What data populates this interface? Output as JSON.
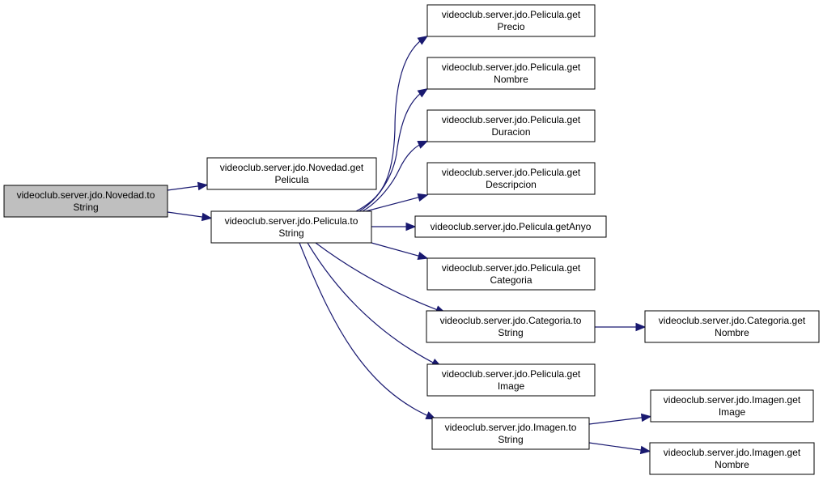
{
  "colors": {
    "edge": "#191970",
    "root_fill": "#bfbfbf",
    "node_fill": "#ffffff",
    "border": "#000000"
  },
  "nodes": {
    "novedad_tostring": [
      "videoclub.server.jdo.Novedad.to",
      "String"
    ],
    "novedad_getpelicula": [
      "videoclub.server.jdo.Novedad.get",
      "Pelicula"
    ],
    "pelicula_tostring": [
      "videoclub.server.jdo.Pelicula.to",
      "String"
    ],
    "pelicula_getprecio": [
      "videoclub.server.jdo.Pelicula.get",
      "Precio"
    ],
    "pelicula_getnombre": [
      "videoclub.server.jdo.Pelicula.get",
      "Nombre"
    ],
    "pelicula_getduracion": [
      "videoclub.server.jdo.Pelicula.get",
      "Duracion"
    ],
    "pelicula_getdescripcion": [
      "videoclub.server.jdo.Pelicula.get",
      "Descripcion"
    ],
    "pelicula_getanyo": [
      "videoclub.server.jdo.Pelicula.getAnyo"
    ],
    "pelicula_getcategoria": [
      "videoclub.server.jdo.Pelicula.get",
      "Categoria"
    ],
    "categoria_tostring": [
      "videoclub.server.jdo.Categoria.to",
      "String"
    ],
    "categoria_getnombre": [
      "videoclub.server.jdo.Categoria.get",
      "Nombre"
    ],
    "pelicula_getimage": [
      "videoclub.server.jdo.Pelicula.get",
      "Image"
    ],
    "imagen_tostring": [
      "videoclub.server.jdo.Imagen.to",
      "String"
    ],
    "imagen_getimage": [
      "videoclub.server.jdo.Imagen.get",
      "Image"
    ],
    "imagen_getnombre": [
      "videoclub.server.jdo.Imagen.get",
      "Nombre"
    ]
  },
  "edges": [
    [
      "novedad_tostring",
      "novedad_getpelicula"
    ],
    [
      "novedad_tostring",
      "pelicula_tostring"
    ],
    [
      "pelicula_tostring",
      "pelicula_getprecio"
    ],
    [
      "pelicula_tostring",
      "pelicula_getnombre"
    ],
    [
      "pelicula_tostring",
      "pelicula_getduracion"
    ],
    [
      "pelicula_tostring",
      "pelicula_getdescripcion"
    ],
    [
      "pelicula_tostring",
      "pelicula_getanyo"
    ],
    [
      "pelicula_tostring",
      "pelicula_getcategoria"
    ],
    [
      "pelicula_tostring",
      "categoria_tostring"
    ],
    [
      "pelicula_tostring",
      "pelicula_getimage"
    ],
    [
      "pelicula_tostring",
      "imagen_tostring"
    ],
    [
      "categoria_tostring",
      "categoria_getnombre"
    ],
    [
      "imagen_tostring",
      "imagen_getimage"
    ],
    [
      "imagen_tostring",
      "imagen_getnombre"
    ]
  ]
}
